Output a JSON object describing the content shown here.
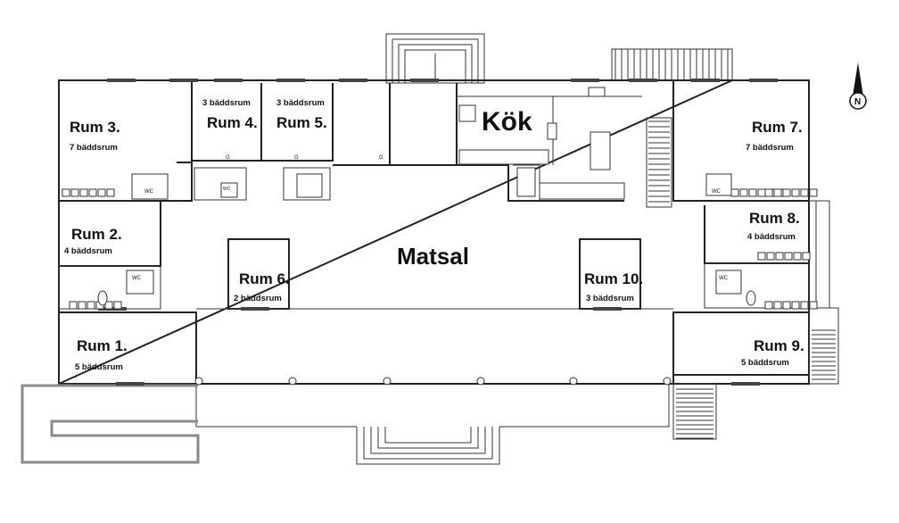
{
  "plan": {
    "rooms": [
      {
        "id": "rum1",
        "name": "Rum 1.",
        "beds": "5 bäddsrum"
      },
      {
        "id": "rum2",
        "name": "Rum 2.",
        "beds": "4 bäddsrum"
      },
      {
        "id": "rum3",
        "name": "Rum 3.",
        "beds": "7 bäddsrum"
      },
      {
        "id": "rum4",
        "name": "Rum 4.",
        "beds": "3 bäddsrum"
      },
      {
        "id": "rum5",
        "name": "Rum 5.",
        "beds": "3 bäddsrum"
      },
      {
        "id": "rum6",
        "name": "Rum 6.",
        "beds": "2 bäddsrum"
      },
      {
        "id": "rum7",
        "name": "Rum 7.",
        "beds": "7 bäddsrum"
      },
      {
        "id": "rum8",
        "name": "Rum 8.",
        "beds": "4 bäddsrum"
      },
      {
        "id": "rum9",
        "name": "Rum 9.",
        "beds": "5 bäddsrum"
      },
      {
        "id": "rum10",
        "name": "Rum 10.",
        "beds": "3 bäddsrum"
      }
    ],
    "kitchen": "Kök",
    "dining": "Matsal",
    "wc": "WC",
    "fixture_g": "G",
    "compass_n": "N"
  }
}
